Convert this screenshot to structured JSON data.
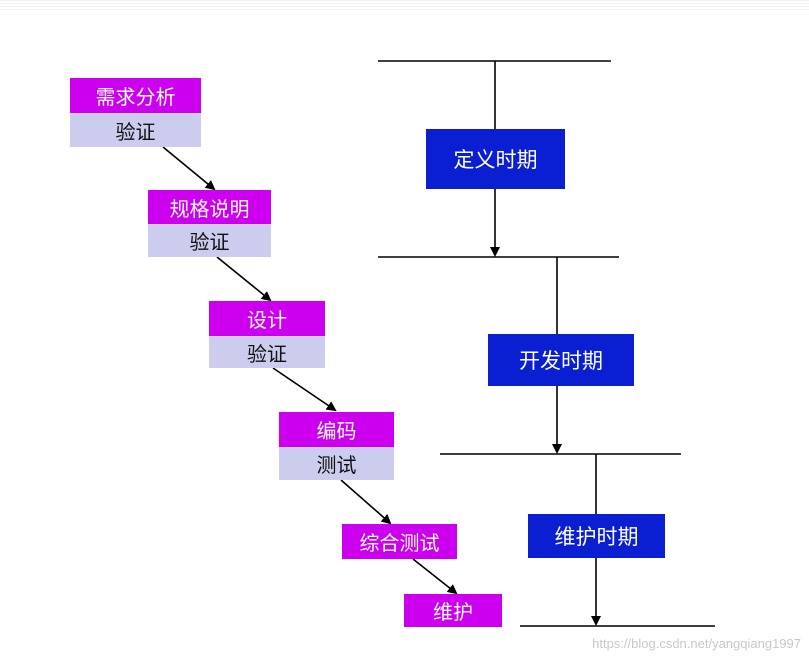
{
  "waterfall": [
    {
      "stage": "需求分析",
      "check": "验证"
    },
    {
      "stage": "规格说明",
      "check": "验证"
    },
    {
      "stage": "设计",
      "check": "验证"
    },
    {
      "stage": "编码",
      "check": "测试"
    },
    {
      "stage": "综合测试"
    },
    {
      "stage": "维护"
    }
  ],
  "periods": [
    "定义时期",
    "开发时期",
    "维护时期"
  ],
  "watermark": "https://blog.csdn.net/yangqiang1997",
  "colors": {
    "stage": "#cc00ee",
    "check": "#ccccee",
    "period": "#0a1ed2",
    "line": "#000000"
  }
}
